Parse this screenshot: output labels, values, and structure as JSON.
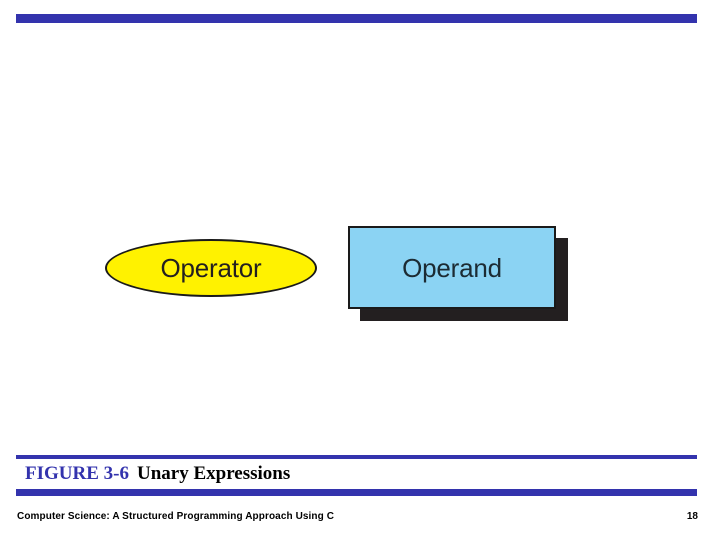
{
  "slide": {
    "background_color": "#ffffff",
    "accent_color": "#3333ad"
  },
  "figure": {
    "shapes": [
      {
        "id": "operator",
        "kind": "ellipse",
        "label": "Operator",
        "fill": "#fff200",
        "stroke": "#1a1a1a",
        "text_color": "#231f20"
      },
      {
        "id": "operand",
        "kind": "rectangle",
        "label": "Operand",
        "fill": "#8bd3f3",
        "stroke": "#1a1a1a",
        "shadow": "#231f20",
        "text_color": "#1c2b33"
      }
    ],
    "operator_label": "Operator",
    "operand_label": "Operand"
  },
  "caption": {
    "figure_number": "FIGURE 3-6",
    "title": "Unary Expressions",
    "figure_number_color": "#3333ad",
    "title_color": "#000000"
  },
  "footer": {
    "source": "Computer Science: A Structured Programming Approach Using C",
    "page_number": "18"
  }
}
